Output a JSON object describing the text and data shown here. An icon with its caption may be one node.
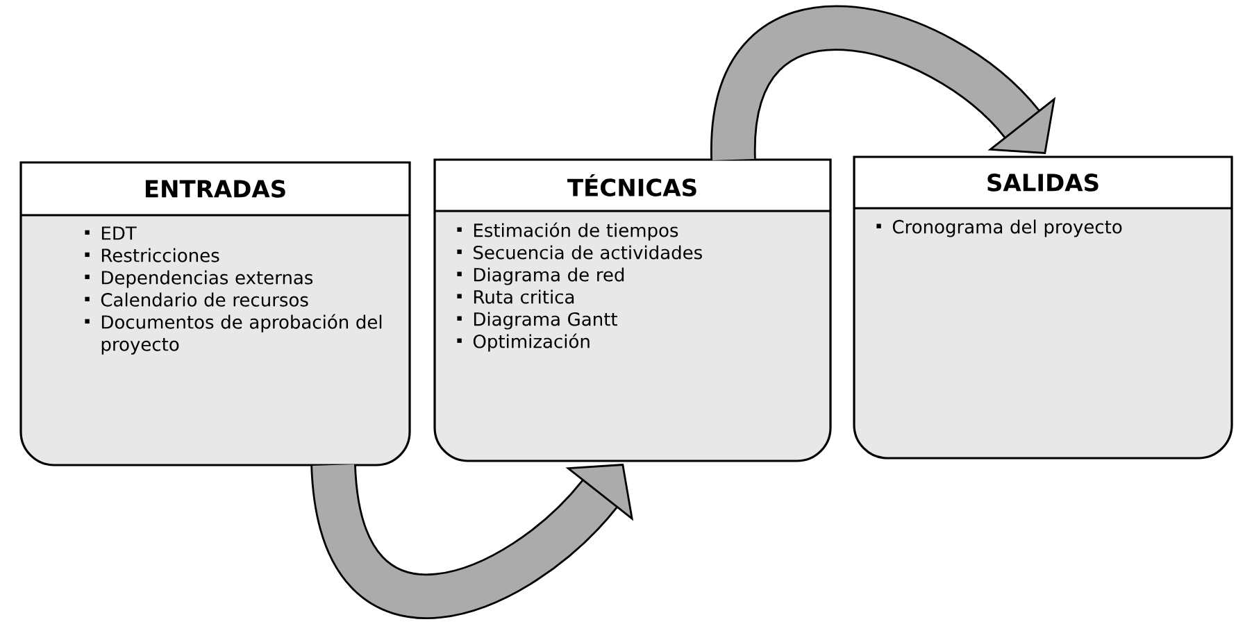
{
  "diagram": {
    "nodes": [
      {
        "text": [
          "ENTRADAS",
          "EDT",
          "Restricciones",
          "Dependencias externas",
          "Calendario de recursos",
          "Documentos de aprobación del proyecto"
        ]
      },
      {
        "text": [
          "TÉCNICAS",
          "Estimación de tiempos",
          "Secuencia de actividades",
          "Diagrama de red",
          "Ruta critica",
          "Diagrama Gantt",
          "Optimización"
        ]
      },
      {
        "text": [
          "SALIDAS",
          "Cronograma del proyecto"
        ]
      }
    ],
    "edges": [
      {
        "from": 0,
        "to": 1,
        "arrow": "to"
      },
      {
        "from": 1,
        "to": 2,
        "arrow": "to"
      }
    ]
  }
}
